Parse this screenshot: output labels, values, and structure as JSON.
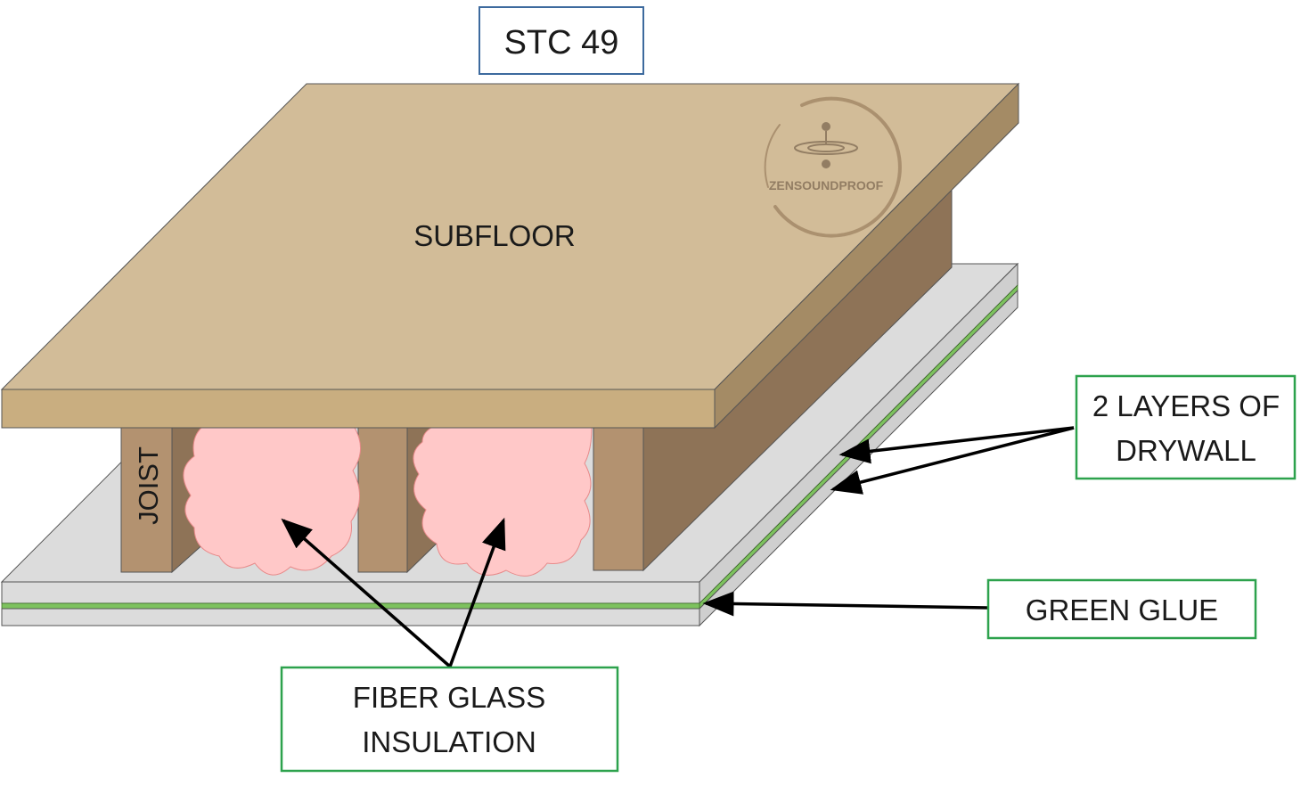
{
  "title": "STC 49",
  "labels": {
    "subfloor": "SUBFLOOR",
    "joist": "JOIST",
    "drywall_line1": "2 LAYERS OF",
    "drywall_line2": "DRYWALL",
    "green_glue": "GREEN GLUE",
    "insulation_line1": "FIBER GLASS",
    "insulation_line2": "INSULATION"
  },
  "watermark": {
    "text": "ZENSOUNDPROOF"
  },
  "colors": {
    "subfloor_top": "#d2bc98",
    "subfloor_front": "#c9ae80",
    "subfloor_side": "#a48b65",
    "joist_front": "#b39270",
    "joist_side": "#8e7357",
    "drywall": "#dcdcdc",
    "green_glue": "#7dc25e",
    "insulation": "#ffc8c8",
    "title_border": "#3d6a9e",
    "callout_border": "#2da24d"
  }
}
